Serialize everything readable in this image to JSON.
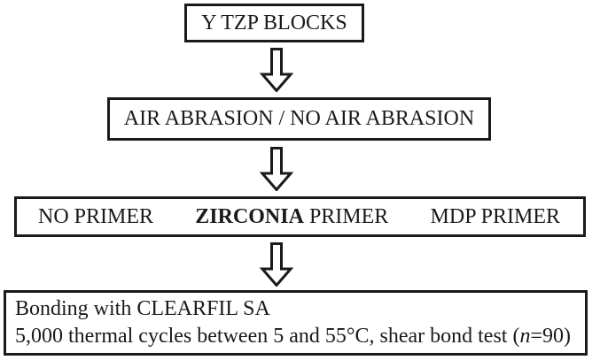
{
  "diagram": {
    "title_hint": "Experimental design flowchart",
    "colors": {
      "border": "#1a1a1a",
      "text": "#1a1a1a",
      "background": "#ffffff"
    },
    "box1": {
      "label": "Y TZP BLOCKS"
    },
    "box2": {
      "label": "AIR ABRASION / NO AIR ABRASION"
    },
    "box3": {
      "item1": "NO PRIMER",
      "item2_bold": "ZIRCONIA",
      "item2_rest": " PRIMER",
      "item3": "MDP PRIMER"
    },
    "box4": {
      "line1": "Bonding with CLEARFIL SA",
      "line2_pre": "5,000 thermal cycles between 5 and 55°C, shear bond test (",
      "line2_italic": "n",
      "line2_post": "=90)"
    },
    "arrow_icon": "down-block-arrow"
  }
}
